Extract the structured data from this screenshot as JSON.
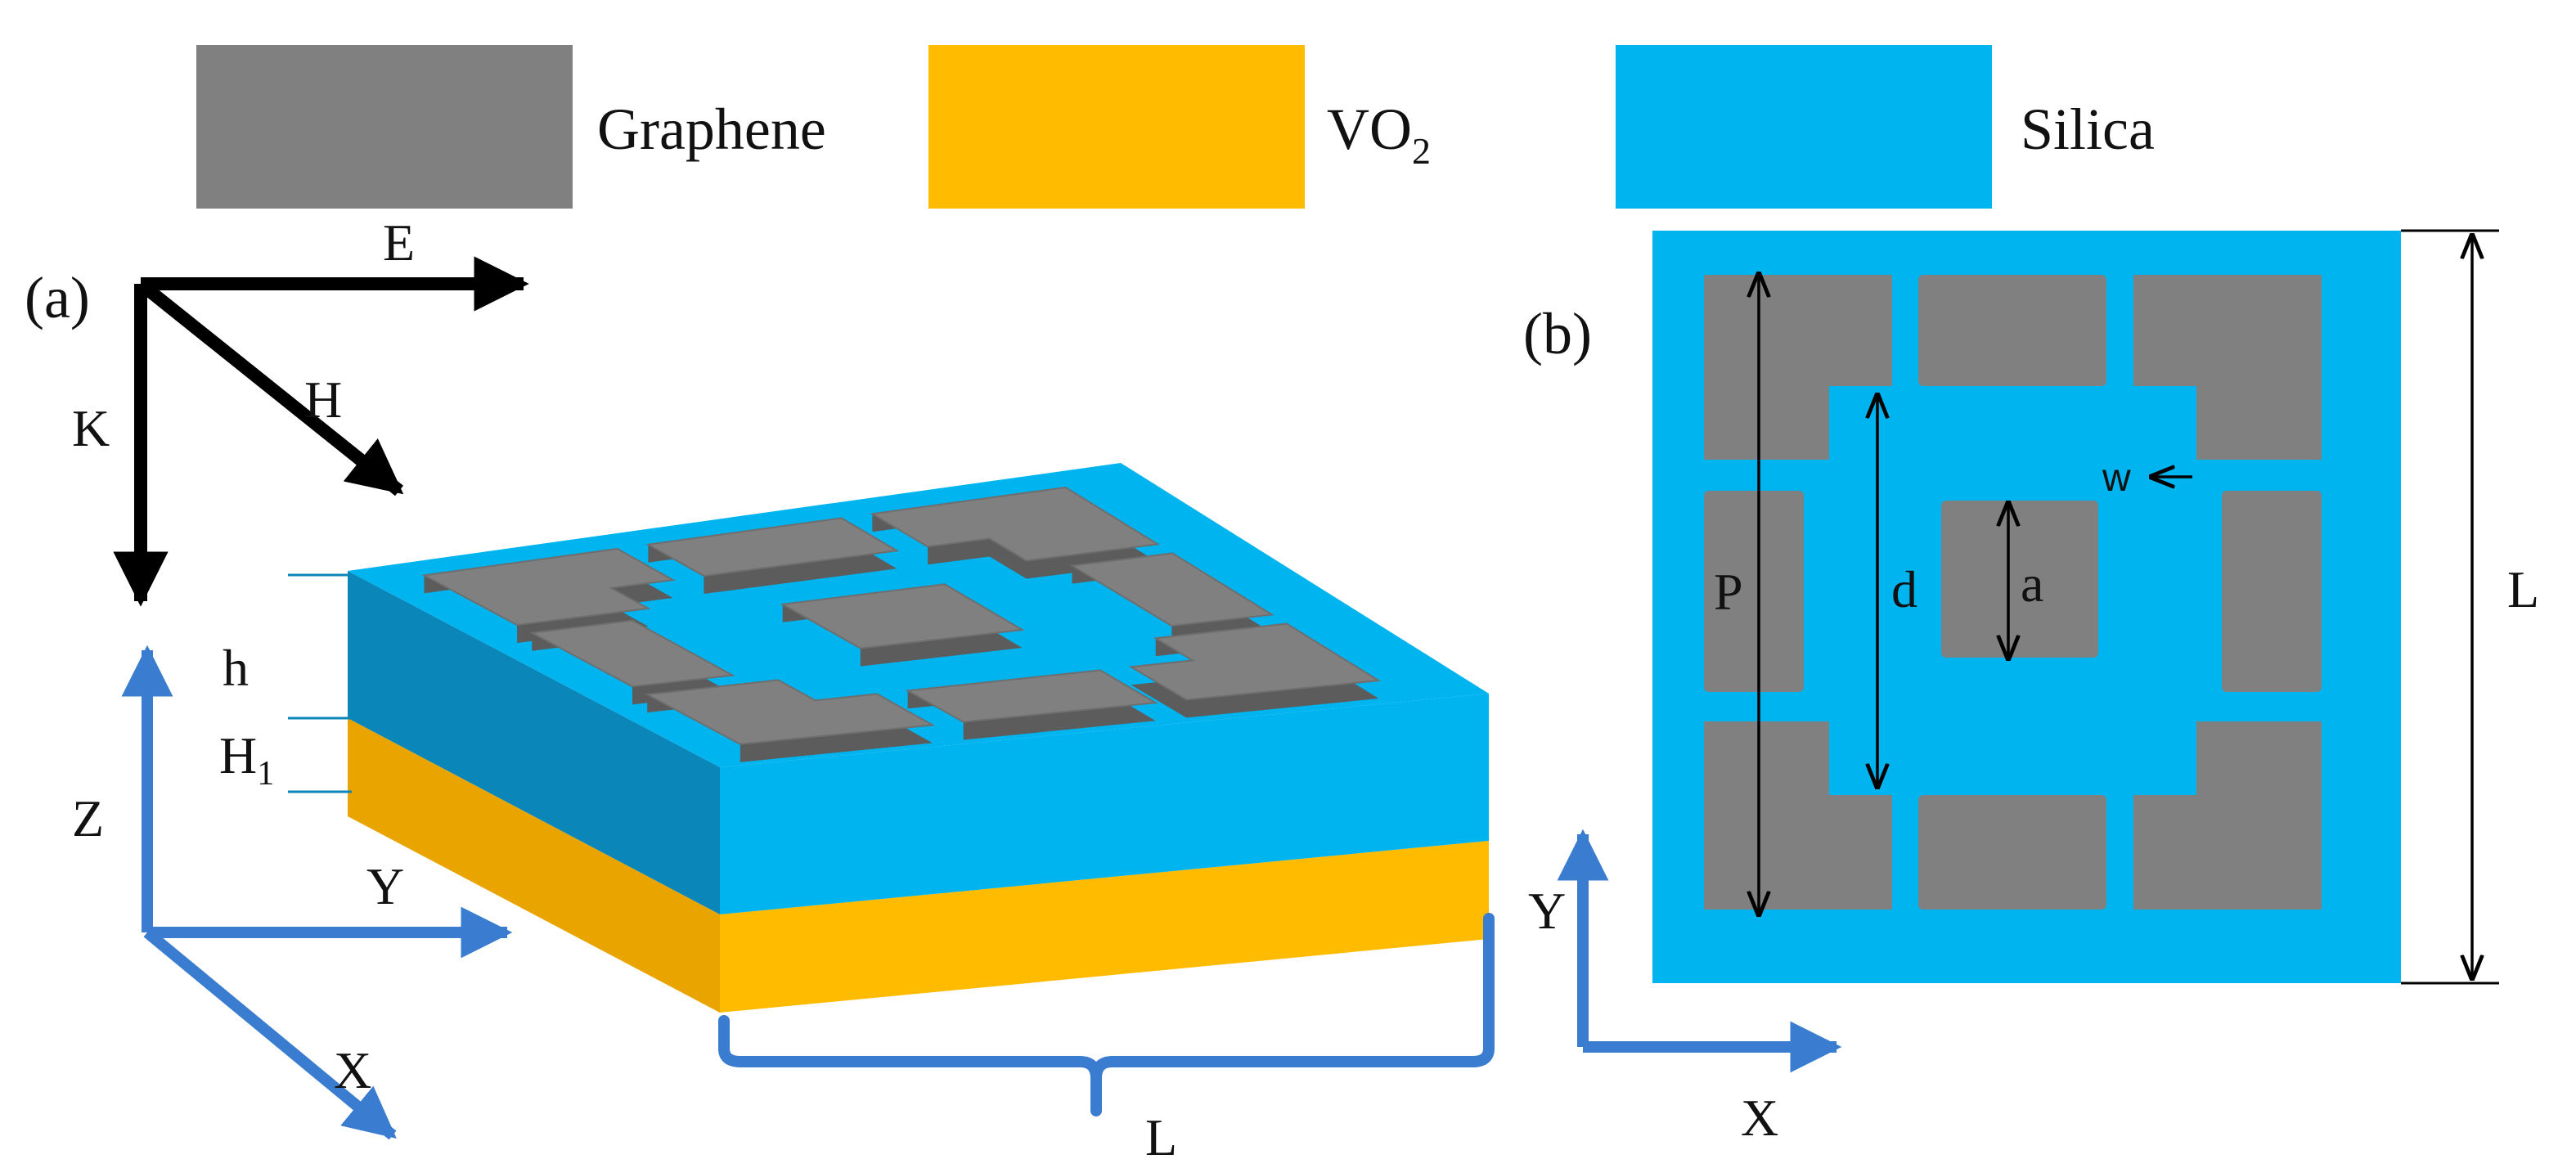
{
  "colors": {
    "graphene": "#808080",
    "vo2": "#FFBB00",
    "silica": "#00B4F0",
    "silica_side": "#0B86B8",
    "vo2_side": "#E9A400",
    "arrow_black": "#000000",
    "axis_blue": "#3A7CCF"
  },
  "legend": {
    "graphene": "Graphene",
    "vo2": {
      "base": "VO",
      "sub": "2"
    },
    "silica": "Silica"
  },
  "panel_a": {
    "label": "(a)",
    "field_labels": {
      "e": "E",
      "h": "H",
      "k": "K"
    },
    "dimensions": {
      "h": "h",
      "h1": {
        "base": "H",
        "sub": "1"
      },
      "l": "L"
    },
    "axes": {
      "z": "Z",
      "y": "Y",
      "x": "X"
    }
  },
  "panel_b": {
    "label": "(b)",
    "dimensions": {
      "p": "P",
      "d": "d",
      "a": "a",
      "w": "w",
      "l": "L"
    },
    "axes": {
      "y": "Y",
      "x": "X"
    }
  }
}
